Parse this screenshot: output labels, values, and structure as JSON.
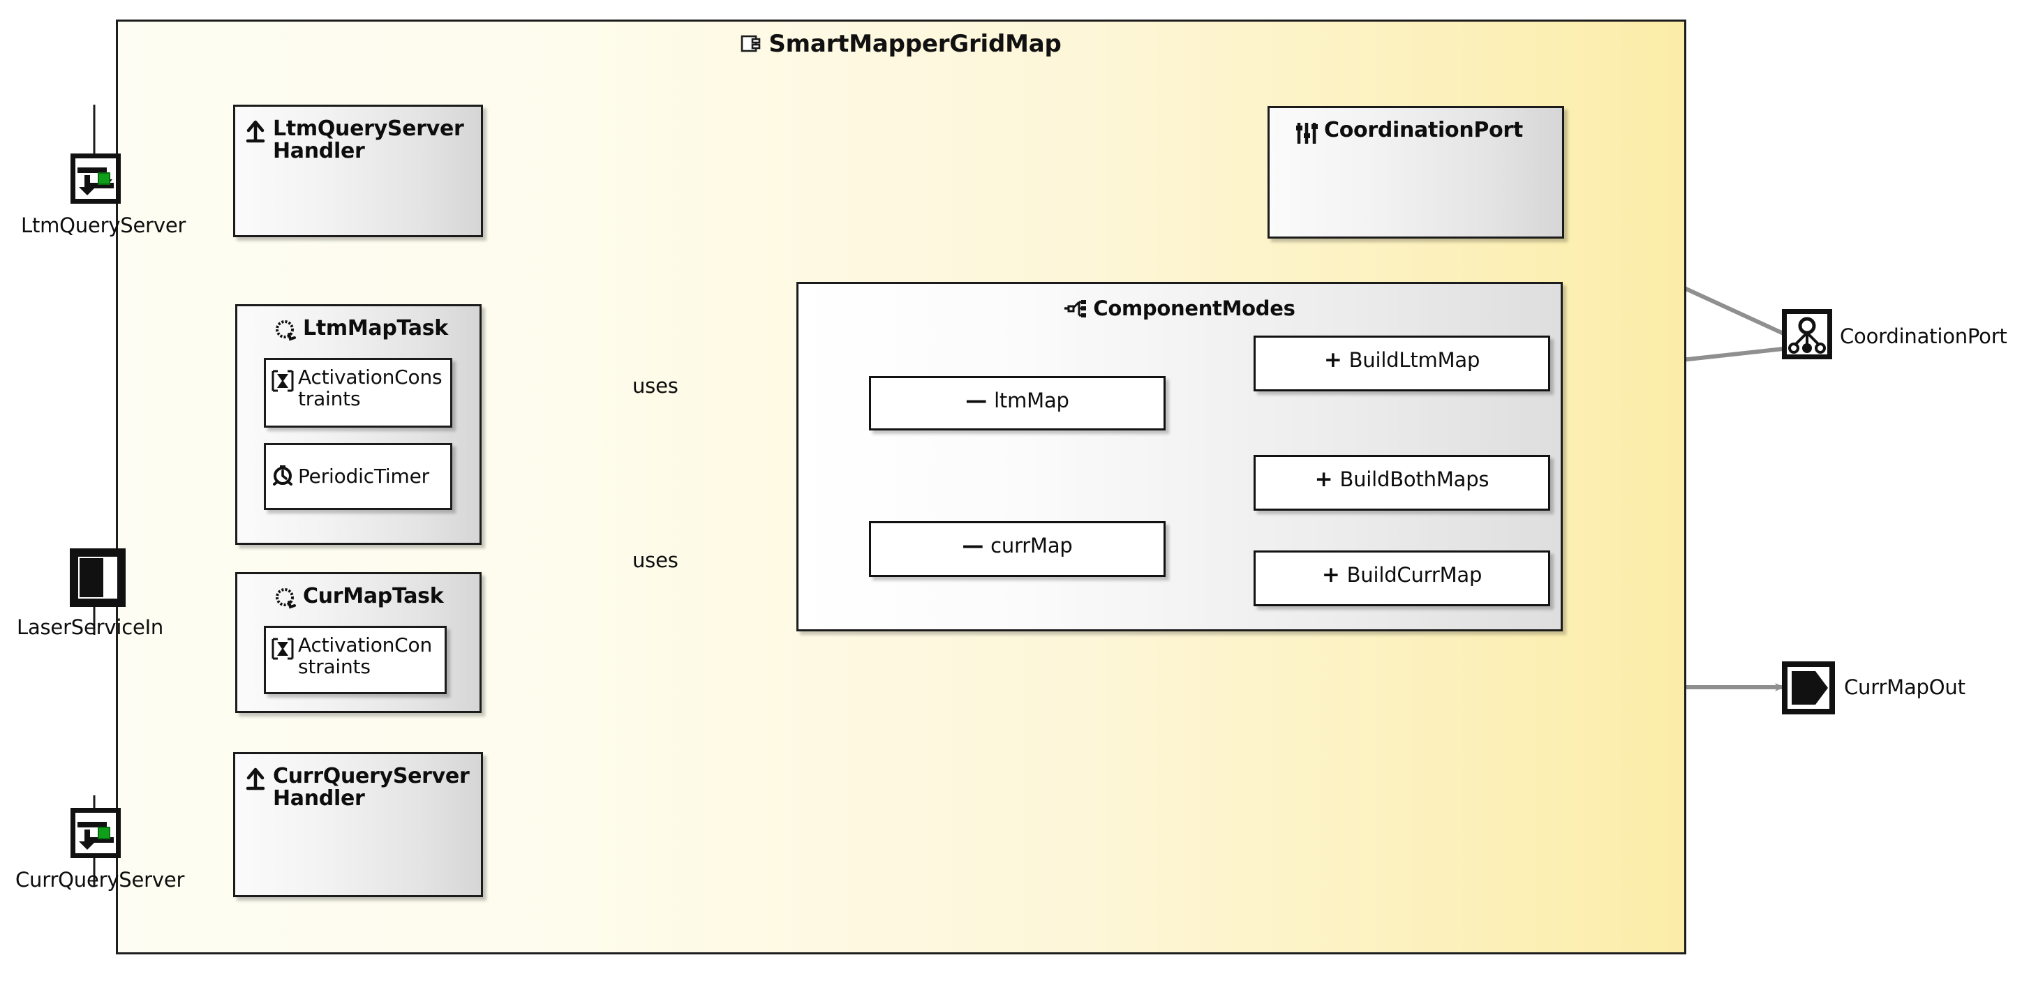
{
  "diagram": {
    "title": "SmartMapperGridMap",
    "title_icon": "component-icon",
    "background_accent": "#fbeda8",
    "wire_color": "#8f8f8f"
  },
  "modes_group": {
    "title": "ComponentModes",
    "icon": "state-tree-icon"
  },
  "nodes": {
    "ltm_query_server_handler": {
      "label": "LtmQueryServerHandler",
      "icon": "handler-arrow-icon"
    },
    "coordination_port_box": {
      "label": "CoordinationPort",
      "icon": "sliders-icon"
    },
    "ltm_map_task": {
      "label": "LtmMapTask",
      "icon": "task-cycle-icon"
    },
    "cur_map_task": {
      "label": "CurMapTask",
      "icon": "task-cycle-icon"
    },
    "curr_query_server_handler": {
      "label": "CurrQueryServerHandler",
      "icon": "handler-arrow-icon"
    }
  },
  "members": {
    "ltm_activation_constraints": {
      "label": "ActivationConstraints",
      "icon": "hourglass-icon"
    },
    "ltm_periodic_timer": {
      "label": "PeriodicTimer",
      "icon": "clock-icon"
    },
    "cur_activation_constraints": {
      "label": "ActivationConstraints",
      "icon": "hourglass-icon"
    }
  },
  "modes": {
    "attributes": [
      {
        "visibility": "—",
        "label": "ltmMap"
      },
      {
        "visibility": "—",
        "label": "currMap"
      }
    ],
    "operations": [
      {
        "visibility": "+",
        "label": "BuildLtmMap"
      },
      {
        "visibility": "+",
        "label": "BuildBothMaps"
      },
      {
        "visibility": "+",
        "label": "BuildCurrMap"
      }
    ]
  },
  "ports": [
    {
      "name": "LtmQueryServer",
      "icon": "request-response-port-icon",
      "side": "left"
    },
    {
      "name": "LaserServiceIn",
      "icon": "input-port-icon",
      "side": "left"
    },
    {
      "name": "CurrQueryServer",
      "icon": "request-response-port-icon",
      "side": "left"
    },
    {
      "name": "CoordinationPort",
      "icon": "coordination-tree-port-icon",
      "side": "right"
    },
    {
      "name": "CurrMapOut",
      "icon": "output-port-icon",
      "side": "right"
    }
  ],
  "edge_labels": [
    {
      "text": "uses"
    },
    {
      "text": "uses"
    }
  ]
}
